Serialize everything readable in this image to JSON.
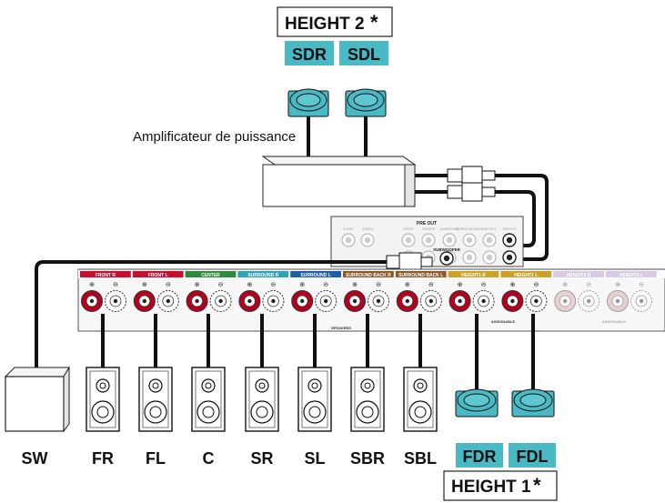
{
  "height2_box": {
    "title": "HEIGHT 2",
    "asterisk": "*",
    "speakers": [
      "SDR",
      "SDL"
    ]
  },
  "height1_box": {
    "title": "HEIGHT 1",
    "asterisk": "*",
    "speakers": [
      "FDR",
      "FDL"
    ]
  },
  "amp_label": "Amplificateur de puissance",
  "preout_label": "PRE OUT",
  "preout_jacks": [
    "ZONE2",
    "ZONE3",
    "FRONT",
    "CENTER",
    "SURROUND",
    "SURROUND BACK",
    "HEIGHT1",
    "HEIGHT2"
  ],
  "subwoofer_label": "SUBWOOFER",
  "terminal_groups": [
    "FRONT R",
    "FRONT L",
    "CENTER",
    "SURROUND R",
    "SURROUND L",
    "SURROUND BACK R",
    "SURROUND BACK L",
    "HEIGHT1 R",
    "HEIGHT1 L",
    "HEIGHT2 R",
    "HEIGHT2 L"
  ],
  "terminal_colors": [
    "#c8102e",
    "#c8102e",
    "#2e8b3e",
    "#2fa4b8",
    "#1f5fa8",
    "#8a5a2b",
    "#8a5a2b",
    "#c9a227",
    "#c9a227",
    "#a98bc9",
    "#a98bc9"
  ],
  "speakers_label": "SPEAKERS",
  "assignable_label": "ASSIGNABLE",
  "bottom_labels": [
    "SW",
    "FR",
    "FL",
    "C",
    "SR",
    "SL",
    "SBR",
    "SBL"
  ],
  "colors": {
    "teal": "#48b9c5",
    "teal_dark": "#1d6e78",
    "red": "#b5001e",
    "line": "#111111"
  }
}
